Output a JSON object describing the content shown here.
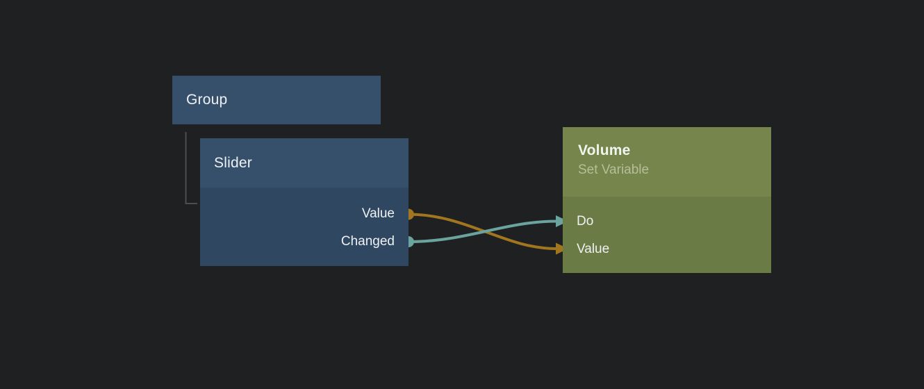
{
  "canvas": {
    "background": "#1f2021",
    "text_color": "#eef1f4"
  },
  "nodes": {
    "group": {
      "title": "Group",
      "header_color": "#36506b",
      "title_color": "#eef1f4"
    },
    "slider": {
      "title": "Slider",
      "header_color": "#36506b",
      "body_color": "#2f4760",
      "title_color": "#eef1f4",
      "outputs": [
        {
          "label": "Value",
          "port_color": "#a1761f",
          "port_shape": "circle"
        },
        {
          "label": "Changed",
          "port_color": "#6ba49f",
          "port_shape": "circle"
        }
      ]
    },
    "volume": {
      "title": "Volume",
      "subtitle": "Set Variable",
      "header_color": "#75854b",
      "body_color": "#6a7b45",
      "title_color": "#f2f4ee",
      "subtitle_color": "#b7be99",
      "inputs": [
        {
          "label": "Do",
          "port_color": "#6ba49f",
          "port_shape": "arrow"
        },
        {
          "label": "Value",
          "port_color": "#a1761f",
          "port_shape": "arrow"
        }
      ]
    }
  },
  "connections": [
    {
      "from": "Slider.Value",
      "to": "Volume.Value",
      "color": "#a1761f"
    },
    {
      "from": "Slider.Changed",
      "to": "Volume.Do",
      "color": "#6ba49f"
    }
  ],
  "group_link": {
    "from": "Group",
    "to": "Slider",
    "color": "#4e4e4e"
  }
}
